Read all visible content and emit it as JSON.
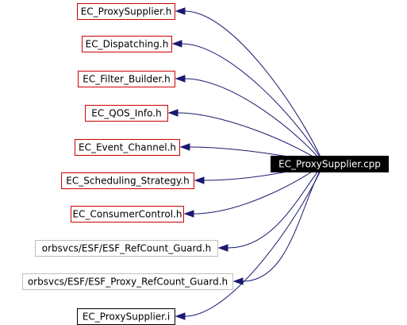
{
  "root": {
    "label": "EC_ProxySupplier.cpp",
    "fill": "#000000",
    "text_color": "#ffffff"
  },
  "includes": [
    {
      "label": "EC_ProxySupplier.h",
      "border": "#cc0000"
    },
    {
      "label": "EC_Dispatching.h",
      "border": "#cc0000"
    },
    {
      "label": "EC_Filter_Builder.h",
      "border": "#cc0000"
    },
    {
      "label": "EC_QOS_Info.h",
      "border": "#cc0000"
    },
    {
      "label": "EC_Event_Channel.h",
      "border": "#cc0000"
    },
    {
      "label": "EC_Scheduling_Strategy.h",
      "border": "#cc0000"
    },
    {
      "label": "EC_ConsumerControl.h",
      "border": "#cc0000"
    },
    {
      "label": "orbsvcs/ESF/ESF_RefCount_Guard.h",
      "border": "#bfbfbf"
    },
    {
      "label": "orbsvcs/ESF/ESF_Proxy_RefCount_Guard.h",
      "border": "#bfbfbf"
    },
    {
      "label": "EC_ProxySupplier.i",
      "border": "#000000"
    }
  ],
  "edge_color": "#191970"
}
